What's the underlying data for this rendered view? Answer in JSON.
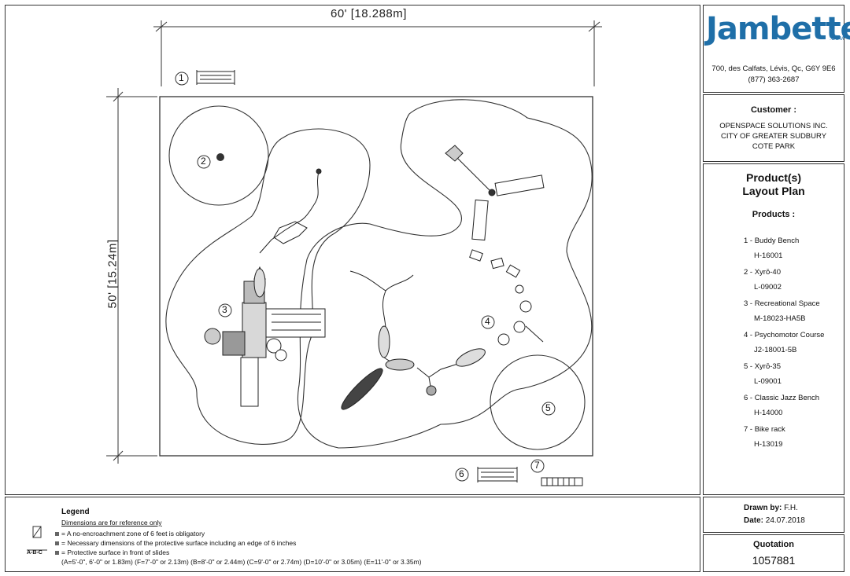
{
  "dimensions": {
    "width_label": "60'  [18.288m]",
    "height_label": "50'  [15.24m]"
  },
  "company": {
    "name": "Jambette",
    "suffix": ".COM",
    "address": "700, des Calfats, Lévis, Qc, G6Y 9E6",
    "phone": "(877) 363-2687"
  },
  "customer": {
    "heading": "Customer :",
    "lines": [
      "OPENSPACE SOLUTIONS INC.",
      "CITY OF GREATER SUDBURY",
      "COTE PARK"
    ]
  },
  "products_panel": {
    "title_line1": "Product(s)",
    "title_line2": "Layout Plan",
    "heading": "Products :",
    "items": [
      {
        "name": "1 - Buddy Bench",
        "code": "H-16001"
      },
      {
        "name": "2 - Xyrō-40",
        "code": "L-09002"
      },
      {
        "name": "3 - Recreational Space",
        "code": "M-18023-HA5B"
      },
      {
        "name": "4 - Psychomotor Course",
        "code": "J2-18001-5B"
      },
      {
        "name": "5 - Xyrō-35",
        "code": "L-09001"
      },
      {
        "name": "6 - Classic Jazz Bench",
        "code": "H-14000"
      },
      {
        "name": "7 - Bike rack",
        "code": "H-13019"
      }
    ]
  },
  "drawn": {
    "label": "Drawn by:",
    "value": "F.H.",
    "date_label": "Date:",
    "date_value": "24.07.2018"
  },
  "quotation": {
    "label": "Quotation",
    "number": "1057881"
  },
  "legend": {
    "title": "Legend",
    "note": "Dimensions are for reference only",
    "symbol_label": "A-B-C",
    "lines": [
      "= A no-encroachment zone of 6 feet is obligatory",
      "= Necessary dimensions of the protective surface including an edge of 6 inches",
      "= Protective surface in front of slides",
      "(A=5'-0\", 6'-0\" or 1.83m)  (F=7'-0\" or 2.13m)  (B=8'-0\" or 2.44m)  (C=9'-0\" or 2.74m)  (D=10'-0\" or 3.05m)  (E=11'-0\" or 3.35m)"
    ]
  },
  "markers": [
    "1",
    "2",
    "3",
    "4",
    "5",
    "6",
    "7"
  ]
}
